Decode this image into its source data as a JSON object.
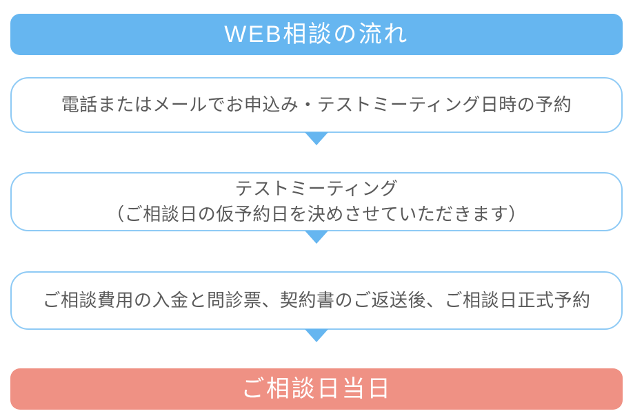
{
  "colors": {
    "header_bg": "#66B6F0",
    "footer_bg": "#EF9184",
    "box_border": "#8ECAF5",
    "box_bg": "#FFFFFF",
    "arrow": "#66B6F0",
    "body_text": "#5A5A5A",
    "banner_text": "#FFFFFF",
    "page_bg": "#FFFFFF"
  },
  "header": {
    "title": "WEB相談の流れ"
  },
  "steps": [
    {
      "id": "step-1",
      "text": "電話またはメールでお申込み・テストミーティング日時の予約"
    },
    {
      "id": "step-2",
      "text": "テストミーティング\n（ご相談日の仮予約日を決めさせていただきます）"
    },
    {
      "id": "step-3",
      "text": "ご相談費用の入金と問診票、契約書のご返送後、ご相談日正式予約"
    }
  ],
  "arrows": [
    {
      "id": "arrow-1",
      "direction": "down"
    },
    {
      "id": "arrow-2",
      "direction": "down"
    },
    {
      "id": "arrow-3",
      "direction": "down"
    }
  ],
  "footer": {
    "title": "ご相談日当日"
  }
}
